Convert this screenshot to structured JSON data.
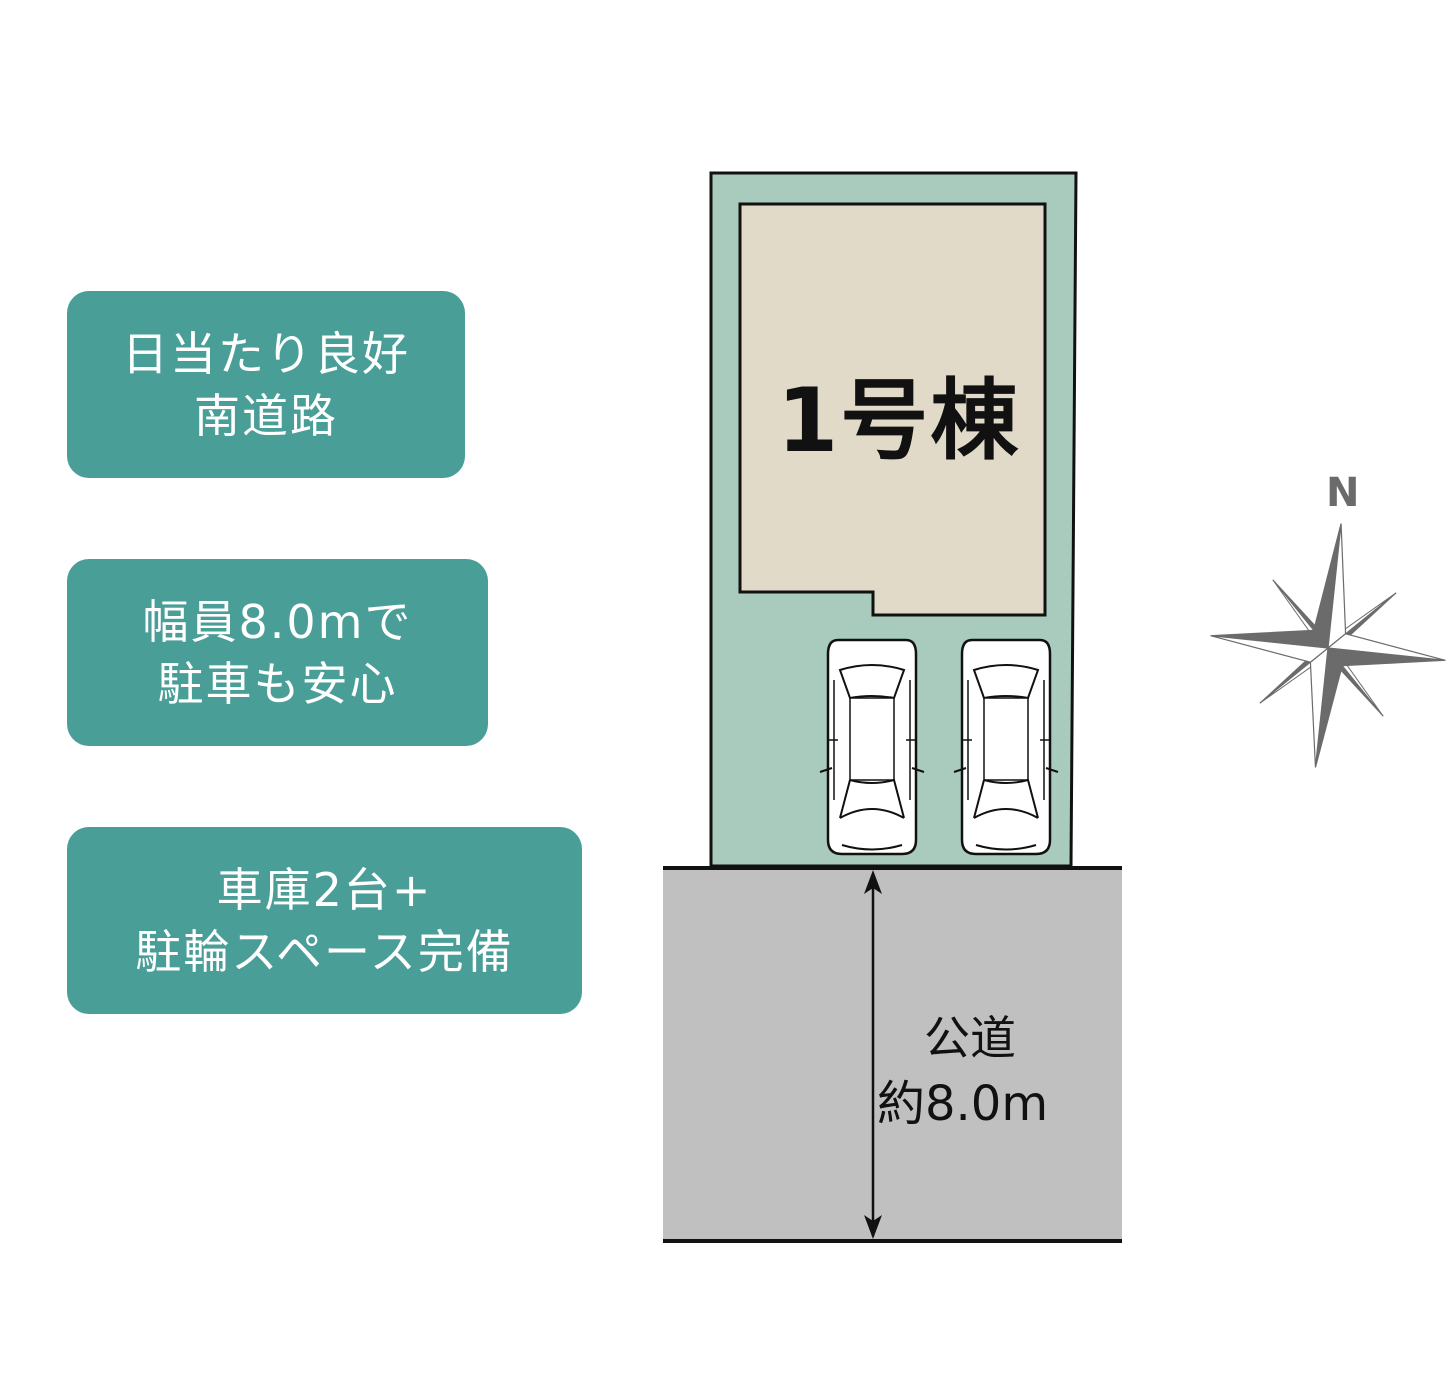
{
  "badges": [
    {
      "line1": "日当たり良好",
      "line2": "南道路"
    },
    {
      "line1": "幅員8.0mで",
      "line2": "駐車も安心"
    },
    {
      "line1": "車庫2台+",
      "line2": "駐輪スペース完備"
    }
  ],
  "plan": {
    "building_label": "1号棟",
    "parking_spaces": 2,
    "road_label": "公道",
    "road_width": "約8.0m",
    "compass_label": "N"
  },
  "colors": {
    "badge": "#4a9e98",
    "lot": "#a9cbbd",
    "building": "#e1dac9",
    "road": "#c0c0c0",
    "compass": "#6b6b6b"
  }
}
